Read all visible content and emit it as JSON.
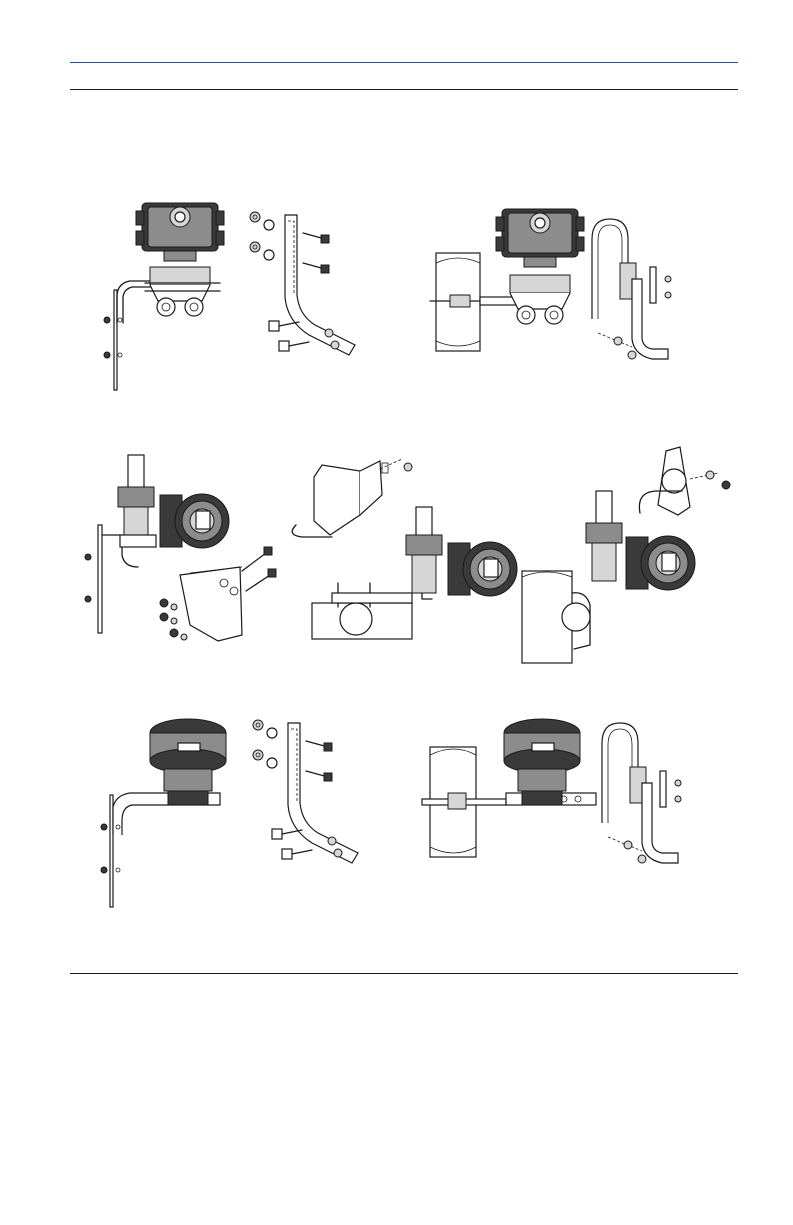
{
  "colors": {
    "accent": "#1f4e9a",
    "ink": "#1a1a1a",
    "dark": "#3a3a3a",
    "mid": "#8c8c8c",
    "light": "#d6d6d6"
  },
  "figures": [
    {
      "name": "coplanar-panel-mount",
      "row": 1
    },
    {
      "name": "coplanar-panel-bracket-parts",
      "row": 1
    },
    {
      "name": "coplanar-pipe-mount",
      "row": 1
    },
    {
      "name": "coplanar-pipe-bracket-parts",
      "row": 1
    },
    {
      "name": "traditional-panel-mount",
      "row": 2
    },
    {
      "name": "traditional-flat-bracket-pipe-mount",
      "row": 2
    },
    {
      "name": "traditional-pipe-mount",
      "row": 2
    },
    {
      "name": "inline-panel-mount",
      "row": 3
    },
    {
      "name": "inline-panel-bracket-parts",
      "row": 3
    },
    {
      "name": "inline-pipe-mount",
      "row": 3
    },
    {
      "name": "inline-pipe-bracket-parts",
      "row": 3
    }
  ]
}
